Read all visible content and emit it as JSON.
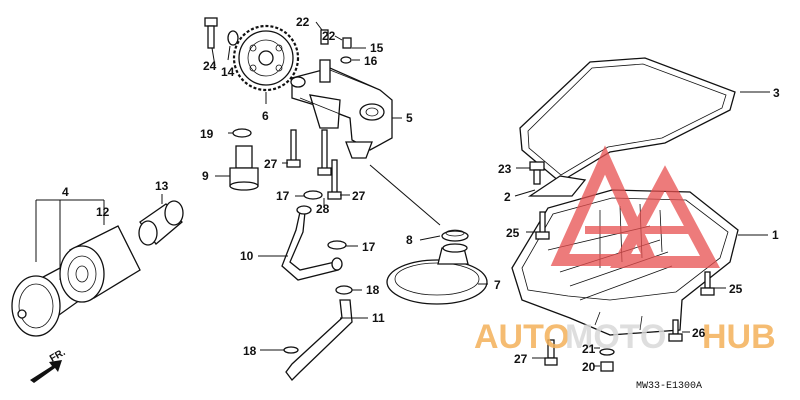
{
  "diagram": {
    "callouts": [
      {
        "id": "c1",
        "text": "1"
      },
      {
        "id": "c2",
        "text": "2"
      },
      {
        "id": "c3",
        "text": "3"
      },
      {
        "id": "c4",
        "text": "4"
      },
      {
        "id": "c5",
        "text": "5"
      },
      {
        "id": "c6",
        "text": "6"
      },
      {
        "id": "c7",
        "text": "7"
      },
      {
        "id": "c8",
        "text": "8"
      },
      {
        "id": "c9",
        "text": "9"
      },
      {
        "id": "c10",
        "text": "10"
      },
      {
        "id": "c11",
        "text": "11"
      },
      {
        "id": "c12",
        "text": "12"
      },
      {
        "id": "c13",
        "text": "13"
      },
      {
        "id": "c14",
        "text": "14"
      },
      {
        "id": "c15",
        "text": "15"
      },
      {
        "id": "c16",
        "text": "16"
      },
      {
        "id": "c17a",
        "text": "17"
      },
      {
        "id": "c17b",
        "text": "17"
      },
      {
        "id": "c18a",
        "text": "18"
      },
      {
        "id": "c18b",
        "text": "18"
      },
      {
        "id": "c19",
        "text": "19"
      },
      {
        "id": "c20",
        "text": "20"
      },
      {
        "id": "c21",
        "text": "21"
      },
      {
        "id": "c22a",
        "text": "22"
      },
      {
        "id": "c22b",
        "text": "22"
      },
      {
        "id": "c23",
        "text": "23"
      },
      {
        "id": "c24",
        "text": "24"
      },
      {
        "id": "c25a",
        "text": "25"
      },
      {
        "id": "c25b",
        "text": "25"
      },
      {
        "id": "c26",
        "text": "26"
      },
      {
        "id": "c27a",
        "text": "27"
      },
      {
        "id": "c27b",
        "text": "27"
      },
      {
        "id": "c27c",
        "text": "27"
      },
      {
        "id": "c28",
        "text": "28"
      }
    ],
    "direction_label": "FR.",
    "drawing_code": "MW33-E1300A"
  },
  "watermark": {
    "text_accent": "AUTO",
    "text_main": "MOTO",
    "text_end": "HUB",
    "accent_color": "#f4b15a",
    "main_color": "#d9d9d9",
    "logo_color": "#e85050"
  }
}
